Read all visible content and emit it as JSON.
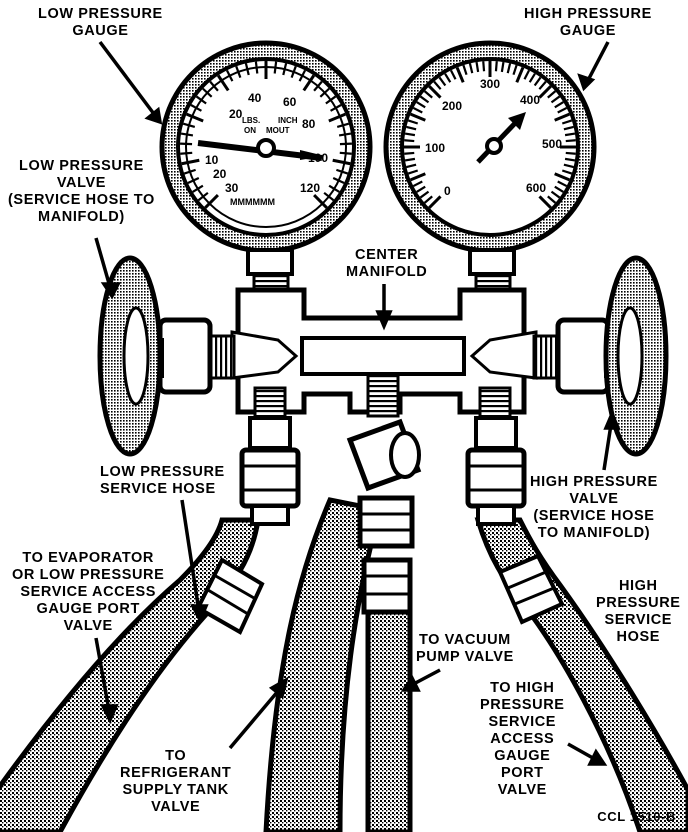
{
  "labels": {
    "low_gauge": [
      "LOW PRESSURE",
      "GAUGE"
    ],
    "high_gauge": [
      "HIGH PRESSURE",
      "GAUGE"
    ],
    "low_valve": [
      "LOW PRESSURE",
      "VALVE",
      "(SERVICE HOSE TO",
      "MANIFOLD)"
    ],
    "center_manifold": [
      "CENTER",
      "MANIFOLD"
    ],
    "low_hose": [
      "LOW PRESSURE",
      "SERVICE HOSE"
    ],
    "high_valve": [
      "HIGH PRESSURE",
      "VALVE",
      "(SERVICE HOSE",
      "TO MANIFOLD)"
    ],
    "evaporator": [
      "TO EVAPORATOR",
      "OR LOW PRESSURE",
      "SERVICE ACCESS",
      "GAUGE PORT",
      "VALVE"
    ],
    "high_hose": [
      "HIGH",
      "PRESSURE",
      "SERVICE",
      "HOSE"
    ],
    "vacuum": [
      "TO VACUUM",
      "PUMP VALVE"
    ],
    "high_access": [
      "TO HIGH",
      "PRESSURE",
      "SERVICE",
      "ACCESS",
      "GAUGE",
      "PORT",
      "VALVE"
    ],
    "refrigerant": [
      "TO",
      "REFRIGERANT",
      "SUPPLY TANK",
      "VALVE"
    ],
    "figure_id": "CCL 1510-B"
  },
  "low_gauge_scale": [
    "10",
    "20",
    "40",
    "60",
    "80",
    "100",
    "120",
    "20",
    "30"
  ],
  "high_gauge_scale": [
    "0",
    "100",
    "200",
    "300",
    "400",
    "500",
    "600"
  ]
}
